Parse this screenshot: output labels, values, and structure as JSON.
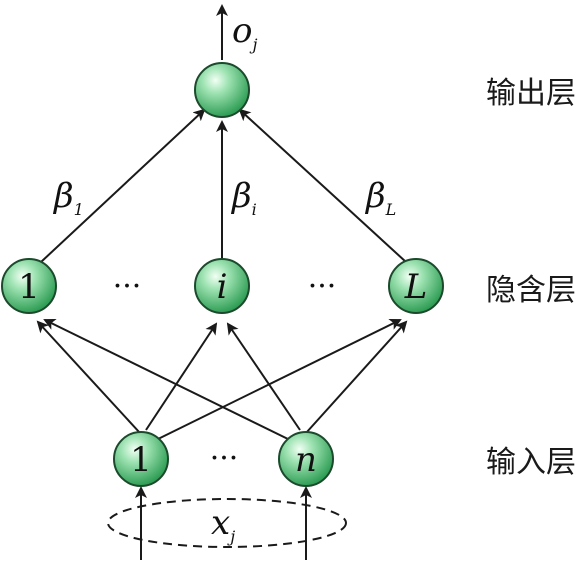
{
  "layers": {
    "output": {
      "label": "输出层"
    },
    "hidden": {
      "label": "隐含层"
    },
    "input": {
      "label": "输入层"
    }
  },
  "nodes": {
    "output": "",
    "hidden_first": "1",
    "hidden_mid": "i",
    "hidden_last": "L",
    "input_first": "1",
    "input_last": "n"
  },
  "ellipsis": {
    "hidden_left": "···",
    "hidden_right": "···",
    "input": "···"
  },
  "weights": {
    "beta_1": {
      "symbol": "β",
      "sub": "1"
    },
    "beta_i": {
      "symbol": "β",
      "sub": "i"
    },
    "beta_L": {
      "symbol": "β",
      "sub": "L"
    }
  },
  "output_label": {
    "symbol": "o",
    "sub": "j"
  },
  "input_label": {
    "symbol": "x",
    "sub": "j"
  },
  "colors": {
    "node_light": "#f2fff4",
    "node_dark": "#2f9e55",
    "node_stroke": "#1c4a2c",
    "edge": "#1a1a1a"
  }
}
